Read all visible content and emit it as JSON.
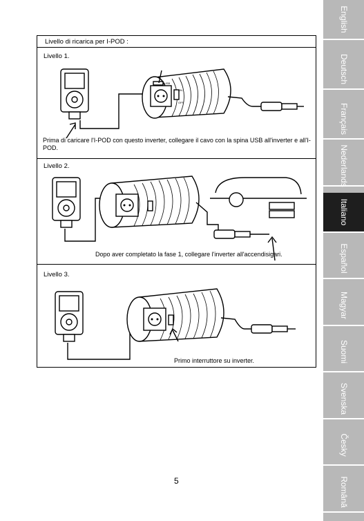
{
  "sidebar": {
    "languages": [
      "English",
      "Deutsch",
      "Français",
      "Nederlands",
      "Italiano",
      "Español",
      "Magyar",
      "Suomi",
      "Svenska",
      "Česky",
      "Română"
    ],
    "active": "Italiano"
  },
  "manual": {
    "title": "Livello di ricarica per I-POD :",
    "steps": [
      {
        "label": "Livello 1.",
        "text": "Prima di caricare l'I-POD con questo inverter, collegare il cavo con la spina USB all'inverter e all'I-POD."
      },
      {
        "label": "Livello 2.",
        "text": "Dopo aver completato la fase 1, collegare l'inverter all'accendisigari."
      },
      {
        "label": "Livello 3.",
        "text": "Primo interruttore su inverter."
      }
    ],
    "switch_on": "ON",
    "switch_off": "OFF",
    "usb_label": "USB"
  },
  "page": {
    "number": "5"
  }
}
